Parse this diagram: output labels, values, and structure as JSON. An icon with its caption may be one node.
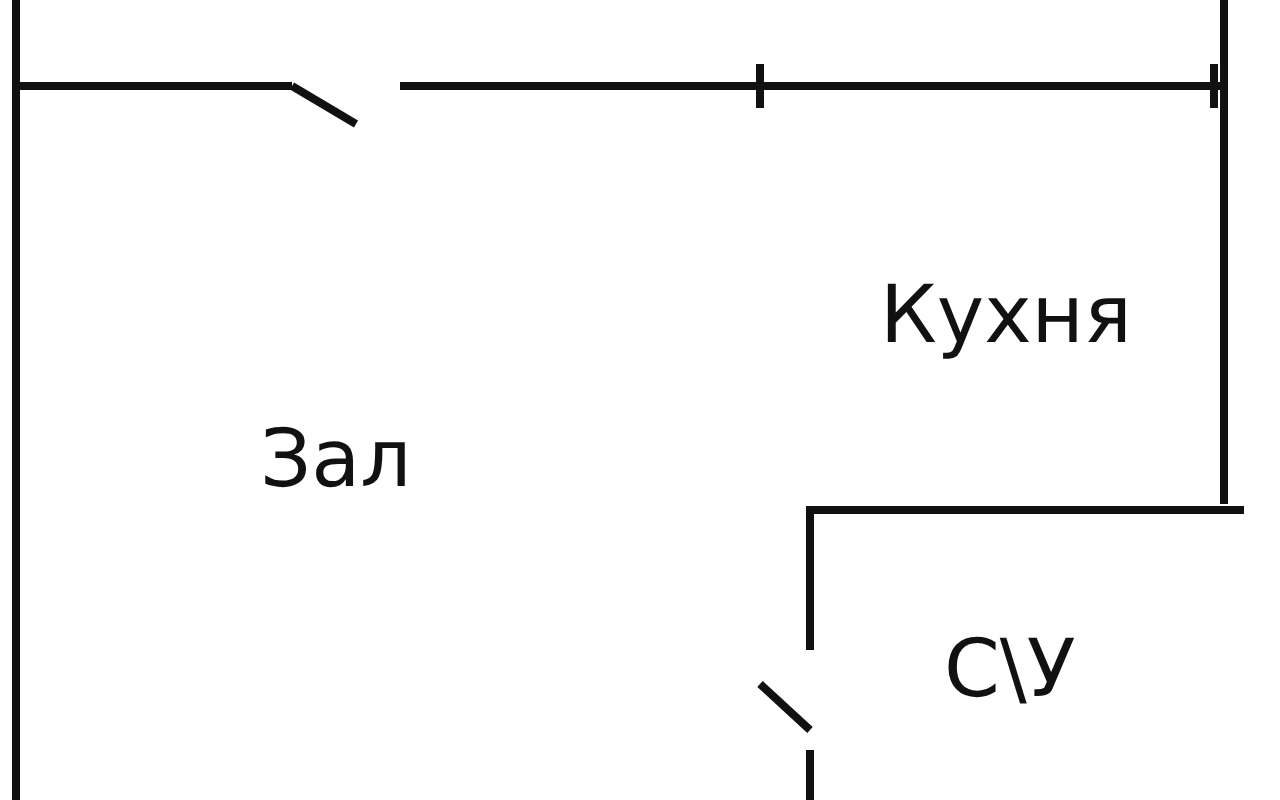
{
  "diagram": {
    "labels": [
      "Кухня",
      "Зал",
      "С\\У"
    ]
  }
}
